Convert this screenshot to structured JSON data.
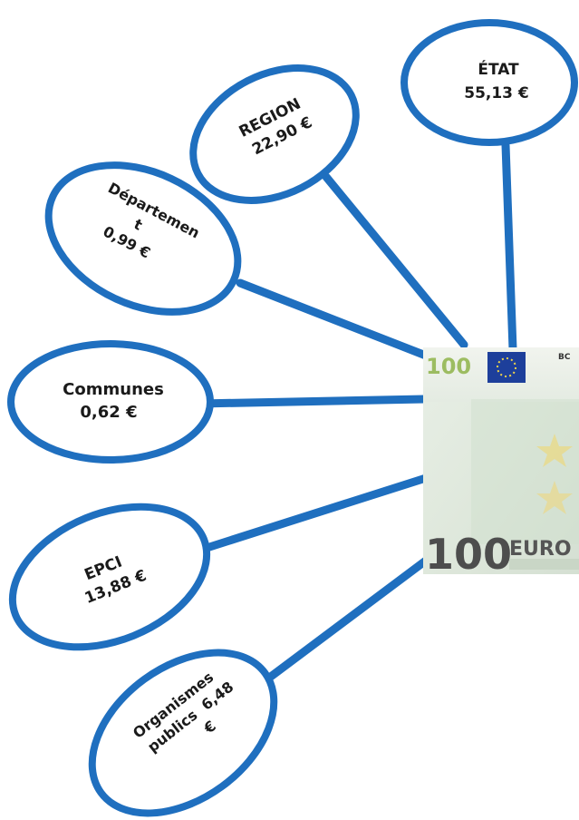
{
  "accent_color": "#1f6fbf",
  "banknote": {
    "value_label": "100",
    "currency_label": "EURO",
    "corner_label": "100",
    "bank_initials": "BC"
  },
  "bubbles": {
    "etat": {
      "name": "ÉTAT",
      "amount": "55,13 €"
    },
    "region": {
      "name": "REGION",
      "amount": "22,90 €"
    },
    "departement": {
      "name_line1": "Départemen",
      "name_line2": "t",
      "amount": "0,99 €"
    },
    "communes": {
      "name": "Communes",
      "amount": "0,62 €"
    },
    "epci": {
      "name": "EPCI",
      "amount": "13,88 €"
    },
    "organismes": {
      "line1": "Organismes",
      "line2": "publics  6,48",
      "line3": "€"
    }
  }
}
